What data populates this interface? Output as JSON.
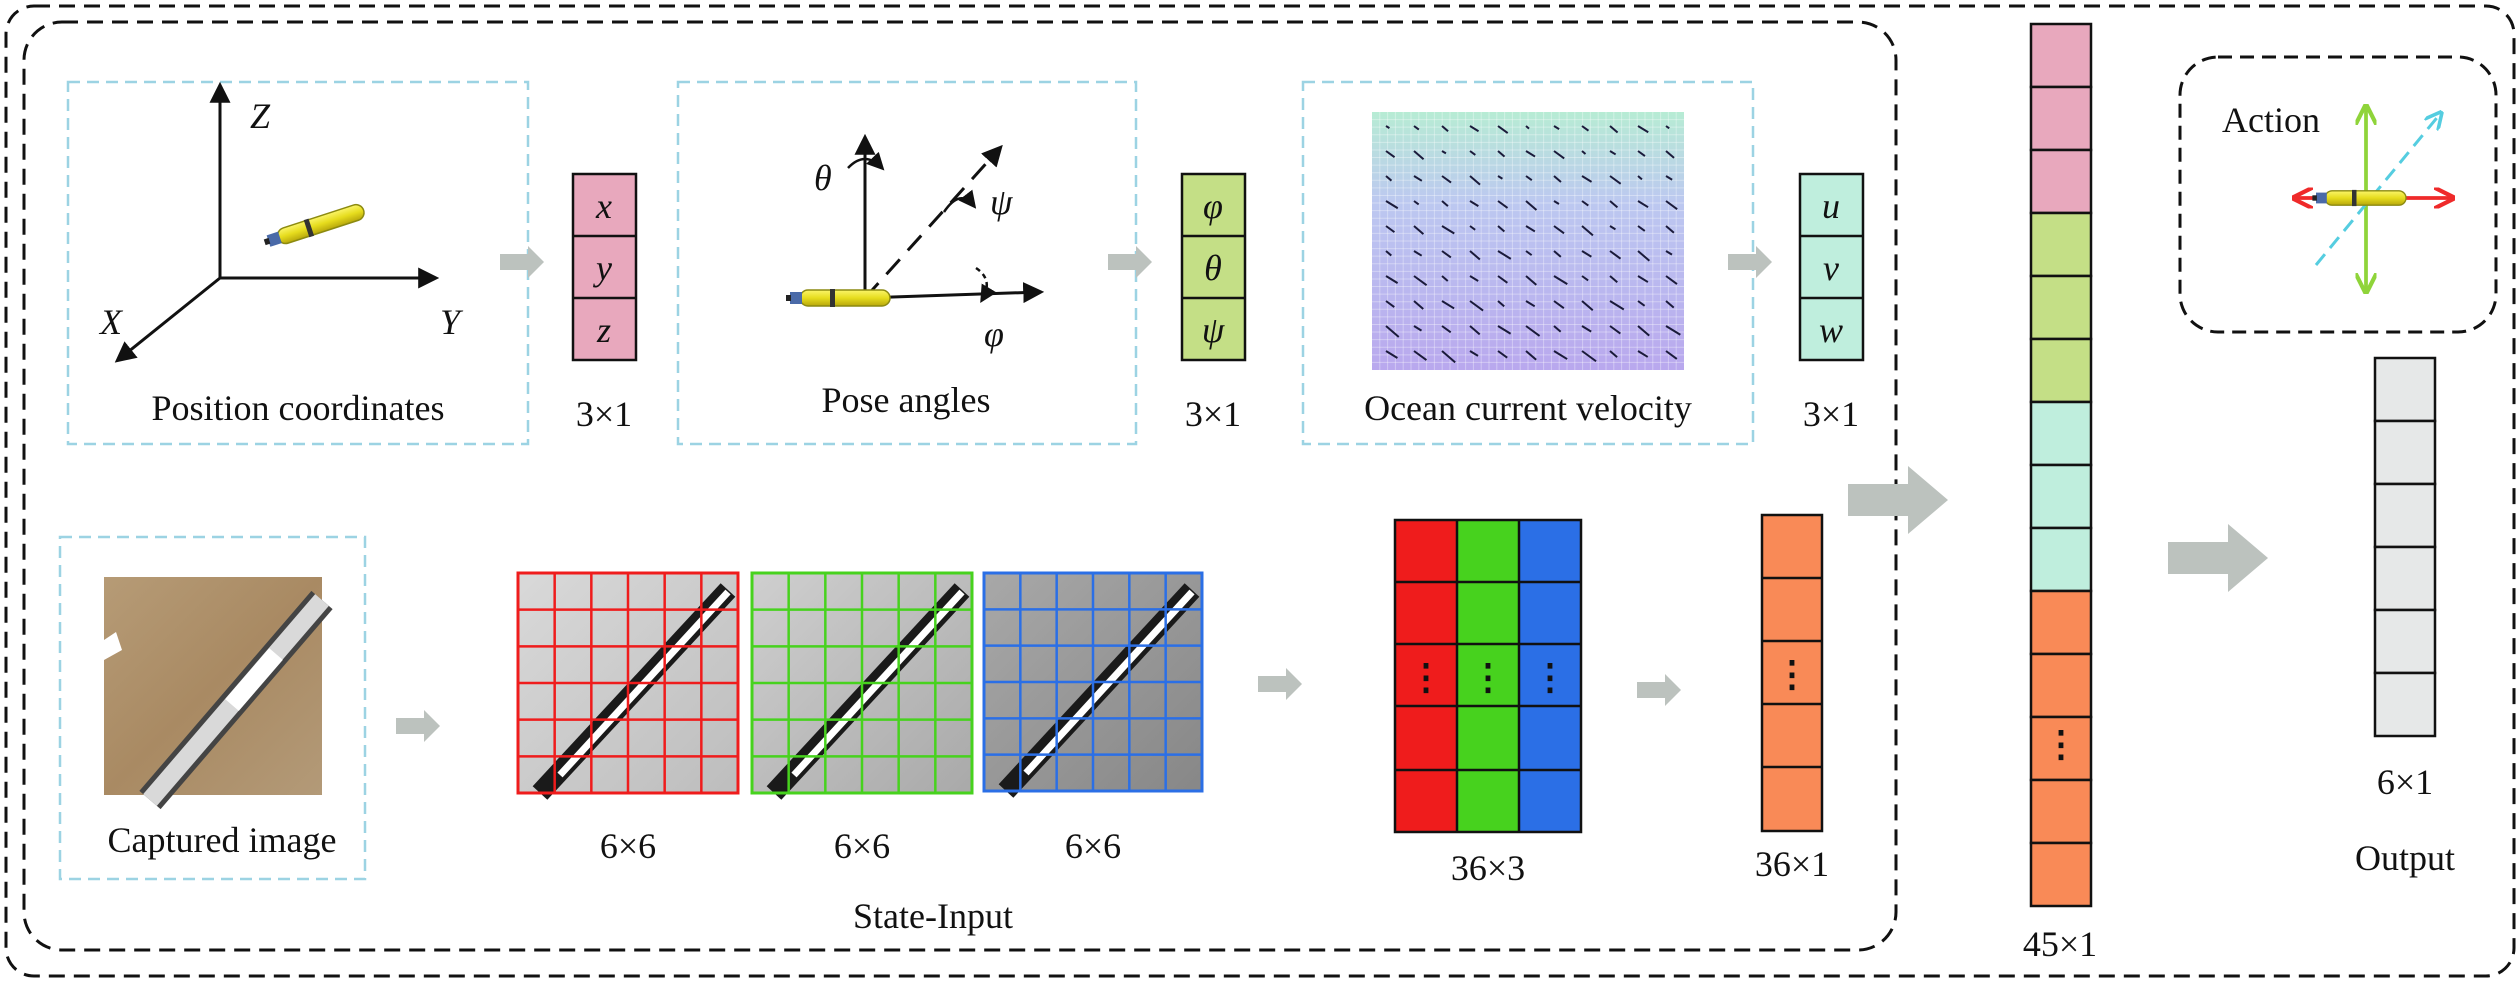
{
  "colors": {
    "pink": "#e8a8bd",
    "lightgreen": "#c4df86",
    "mint": "#bfeedd",
    "orange": "#f98a57",
    "gray": "#e6e8e8",
    "red": "#ef1c1c",
    "green": "#47d21e",
    "blue": "#2b6fe6",
    "dash_cyan": "#9cd3e3",
    "arrow_gray": "#bcc2be"
  },
  "icons": [
    "underwater-vehicle-icon",
    "axes-icon",
    "current-field-icon",
    "grid-overlay-icon",
    "arrow-right-icon"
  ],
  "position": {
    "title": "Position coordinates",
    "axis_z": "Z",
    "axis_x": "X",
    "axis_y": "Y",
    "vector": [
      "x",
      "y",
      "z"
    ],
    "size": "3×1"
  },
  "pose": {
    "title": "Pose angles",
    "theta": "θ",
    "psi": "ψ",
    "phi": "φ",
    "vector": [
      "φ",
      "θ",
      "ψ"
    ],
    "size": "3×1"
  },
  "current": {
    "title": "Ocean current velocity",
    "vector": [
      "u",
      "v",
      "w"
    ],
    "size": "3×1"
  },
  "image": {
    "title": "Captured image",
    "channels": [
      "6×6",
      "6×6",
      "6×6"
    ],
    "matrix_size": "36×3",
    "dots": "⋮",
    "flat_size": "36×1",
    "state_label": "State-Input"
  },
  "state_vector": {
    "size": "45×1",
    "dots": "⋮"
  },
  "action": {
    "title": "Action"
  },
  "output": {
    "size": "6×1",
    "title": "Output"
  }
}
